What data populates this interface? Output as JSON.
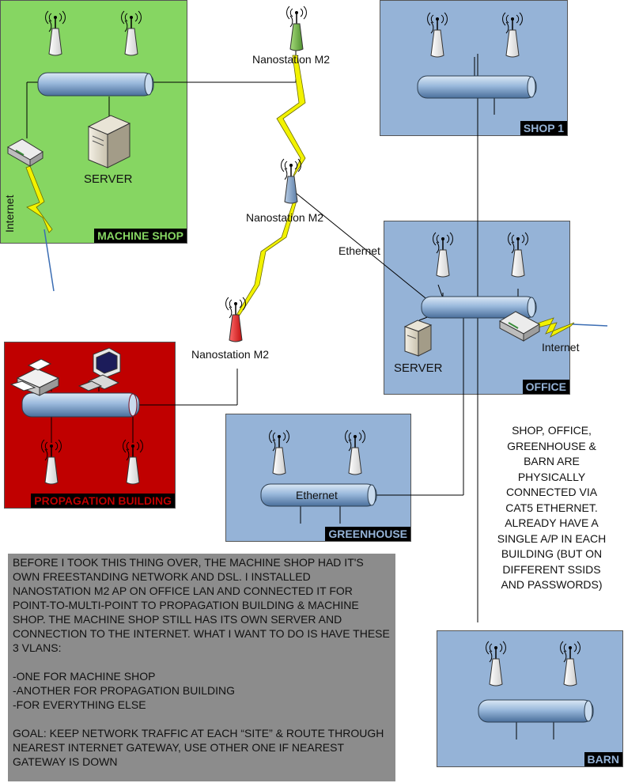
{
  "colors": {
    "machine_shop": "#86d662",
    "blue_building": "#95b3d7",
    "propagation": "#c00000",
    "notes_bg": "#8c8c8c",
    "bolt": "#f2f200"
  },
  "buildings": {
    "machine_shop": "MACHINE SHOP",
    "shop1": "SHOP 1",
    "office": "OFFICE",
    "propagation": "PROPAGATION BUILDING",
    "greenhouse": "GREENHOUSE",
    "barn": "BARN"
  },
  "labels": {
    "server_machine_shop": "SERVER",
    "server_office": "SERVER",
    "nanostation_top": "Nanostation M2",
    "nanostation_mid": "Nanostation M2",
    "nanostation_bottom": "Nanostation M2",
    "ethernet_link": "Ethernet",
    "ethernet_greenhouse": "Ethernet",
    "internet_machine_shop": "Internet",
    "internet_office": "Internet"
  },
  "side_note": "SHOP, OFFICE,\nGREENHOUSE &\nBARN ARE\nPHYSICALLY\nCONNECTED VIA\nCAT5 ETHERNET.\nALREADY HAVE A\nSINGLE A/P IN EACH\nBUILDING (BUT ON\nDIFFERENT SSIDS\nAND PASSWORDS)",
  "notes": {
    "intro": "BEFORE I TOOK THIS THING OVER, THE MACHINE SHOP HAD IT'S OWN FREESTANDING NETWORK AND DSL.  I INSTALLED NANOSTATION M2 AP ON OFFICE LAN AND CONNECTED IT FOR POINT-TO-MULTI-POINT TO PROPAGATION BUILDING & MACHINE SHOP.  THE MACHINE SHOP STILL HAS ITS OWN SERVER AND CONNECTION TO THE INTERNET.  WHAT I WANT TO DO IS HAVE THESE 3 VLANS:",
    "vlans": "-ONE FOR MACHINE SHOP\n-ANOTHER FOR PROPAGATION BUILDING\n-FOR EVERYTHING ELSE",
    "goal": "GOAL: KEEP NETWORK TRAFFIC AT EACH “SITE” & ROUTE THROUGH NEAREST INTERNET GATEWAY, USE OTHER ONE IF NEAREST GATEWAY IS DOWN"
  }
}
